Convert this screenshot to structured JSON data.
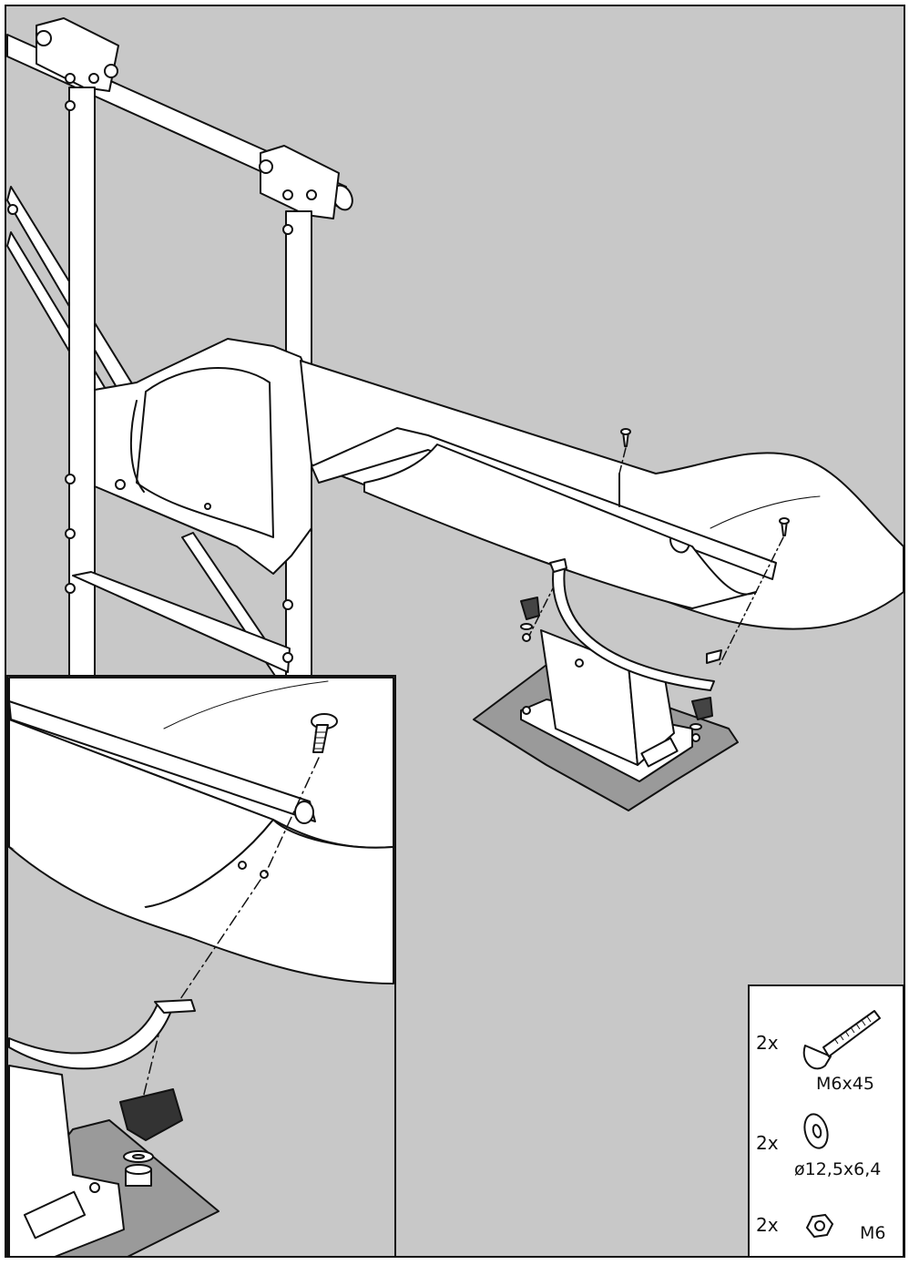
{
  "colors": {
    "background_gray": "#c8c8c8",
    "part_white": "#ffffff",
    "ground_patch": "#9a9a9a",
    "line": "#111111"
  },
  "hardware": {
    "bolt": {
      "qty": "2x",
      "size": "M6x45",
      "icon": "carriage-bolt-icon"
    },
    "washer": {
      "qty": "2x",
      "size": "ø12,5x6,4",
      "icon": "washer-icon"
    },
    "nut": {
      "qty": "2x",
      "size": "M6",
      "icon": "lock-nut-icon"
    }
  }
}
